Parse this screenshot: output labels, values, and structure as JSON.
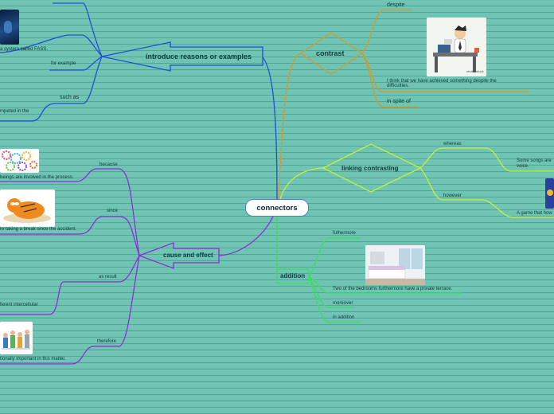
{
  "center": "connectors",
  "topics": {
    "introduce": "introduce reasons or examples",
    "contrast": "contrast",
    "linking": "linking contrasting",
    "cause": "cause and effect",
    "addition": "addition"
  },
  "introduce": {
    "fass_text": "a system called FASS.",
    "for_example": "for example",
    "such_as": "such as",
    "competed_text": "mpeted in the"
  },
  "contrast": {
    "despite": "despite",
    "despite_text": "I think that we have achieved something despite the difficulties.",
    "in_spite_of": "in spite of",
    "image_caption": "shutterstock"
  },
  "linking": {
    "whereas": "whereas",
    "whereas_text": "Some songs are voice.",
    "however": "however",
    "however_text": "A game that how"
  },
  "cause": {
    "because": "because",
    "because_text": "beings are involved in the process.",
    "since": "since",
    "since_text": "re taking a break since the accident.",
    "as_result": "as result",
    "as_result_text": "ferent intercellular",
    "therefore": "therefore",
    "therefore_text": "tionally important in this matter."
  },
  "addition": {
    "furthermore": "futhermore",
    "bedroom_text": "Two of the bedrooms furthermore have a private terrace.",
    "moreover": "moreover",
    "in_addition": "in addition"
  },
  "colors": {
    "background": "#6fc4b4",
    "introduce": "#1f4fd6",
    "contrast": "#d49a2a",
    "linking": "#c8f03a",
    "cause": "#8b2fd6",
    "addition": "#3be05a"
  }
}
